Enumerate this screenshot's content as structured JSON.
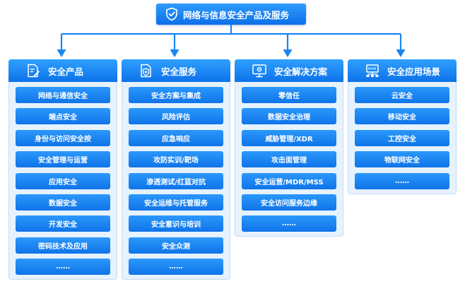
{
  "root": {
    "label": "网络与信息安全产品及服务",
    "icon": "shield-check-icon"
  },
  "columns": [
    {
      "title": "安全产品",
      "icon": "document-pen-icon",
      "items": [
        "网络与通信安全",
        "端点安全",
        "身份与访问安全按",
        "安全管理与运营",
        "应用安全",
        "数据安全",
        "开发安全",
        "密码技术及应用",
        "……"
      ]
    },
    {
      "title": "安全服务",
      "icon": "document-shield-icon",
      "items": [
        "安全方案与集成",
        "风险评估",
        "应急响应",
        "攻防实训/靶场",
        "渗透测试/红蓝对抗",
        "安全运维与托管服务",
        "安全意识与培训",
        "安全众测",
        "……"
      ]
    },
    {
      "title": "安全解决方案",
      "icon": "monitor-gear-icon",
      "items": [
        "零信任",
        "数据安全治理",
        "威胁管理/XDR",
        "攻击面管理",
        "安全运营/MDR/MSS",
        "安全访问服务边缘",
        "……"
      ]
    },
    {
      "title": "安全应用场景",
      "icon": "network-devices-icon",
      "items": [
        "云安全",
        "移动安全",
        "工控安全",
        "物联网安全",
        "……"
      ]
    }
  ],
  "colors": {
    "primary": "#1683f2",
    "panel": "#e6f2fd",
    "connector": "#1a86f0"
  }
}
